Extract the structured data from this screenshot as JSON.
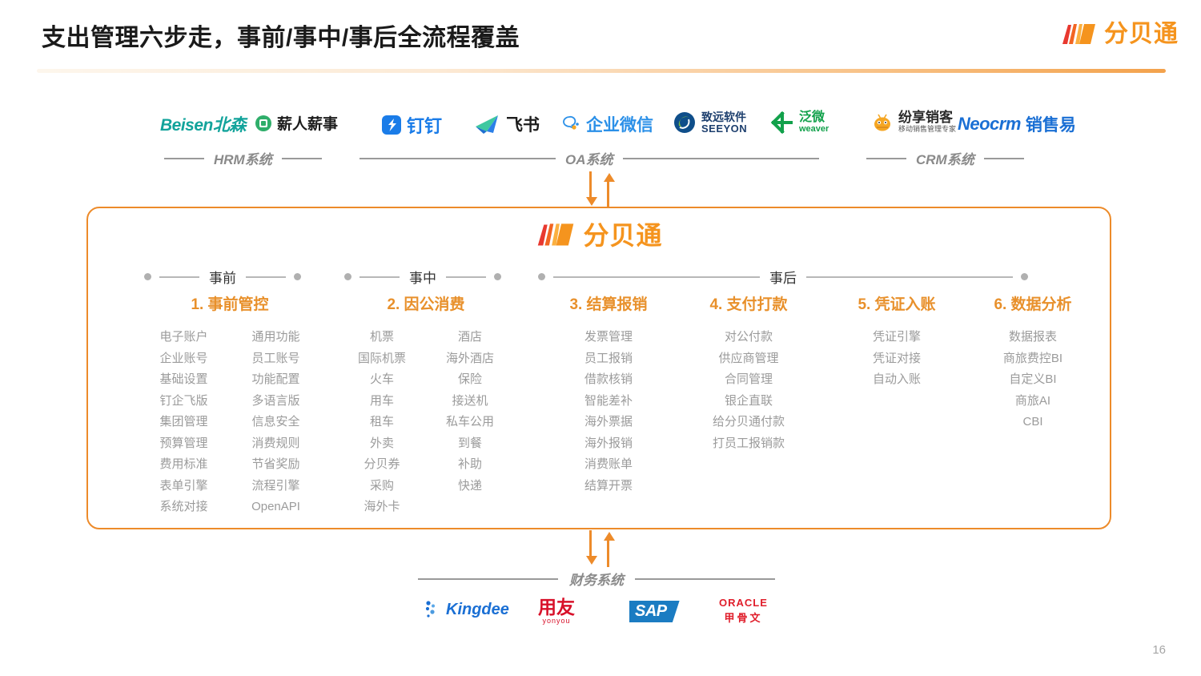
{
  "header": {
    "title": "支出管理六步走，事前/事中/事后全流程覆盖",
    "brand": "分贝通",
    "brand_color": "#F5941E"
  },
  "page_number": "16",
  "top_partners": {
    "groups": [
      {
        "system_label": "HRM系统",
        "logos": [
          {
            "name": "beisen",
            "text": "Beisen北森",
            "color": "#12A39B"
          },
          {
            "name": "xinrenxinshi",
            "text": "薪人薪事",
            "color": "#222222"
          }
        ]
      },
      {
        "system_label": "OA系统",
        "logos": [
          {
            "name": "dingtalk",
            "text": "钉钉",
            "color": "#1A7CE8"
          },
          {
            "name": "feishu",
            "text": "飞书",
            "color": "#222222"
          },
          {
            "name": "wecom",
            "text": "企业微信",
            "color": "#2B90E8"
          },
          {
            "name": "seeyon",
            "text": "致远软件",
            "subtext": "SEEYON",
            "color": "#0F4E8A"
          },
          {
            "name": "weaver",
            "text": "泛微",
            "subtext": "weaver",
            "color": "#12A14B"
          }
        ]
      },
      {
        "system_label": "CRM系统",
        "logos": [
          {
            "name": "fxiaoke",
            "text": "纷享销客",
            "subtext": "移动销售管理专家",
            "color": "#333333"
          },
          {
            "name": "neocrm",
            "text": "Neocrm",
            "subtext": "销售易",
            "color": "#1A6FD4"
          }
        ]
      }
    ]
  },
  "main_box": {
    "brand": "分贝通",
    "border_color": "#ED8B2A",
    "phases": [
      {
        "label": "事前"
      },
      {
        "label": "事中"
      },
      {
        "label": "事后"
      }
    ],
    "columns": [
      {
        "heading": "1. 事前管控",
        "left": [
          "电子账户",
          "企业账号",
          "基础设置",
          "钉企飞版",
          "集团管理",
          "预算管理",
          "费用标准",
          "表单引擎",
          "系统对接"
        ],
        "right": [
          "通用功能",
          "员工账号",
          "功能配置",
          "多语言版",
          "信息安全",
          "消费规则",
          "节省奖励",
          "流程引擎",
          "OpenAPI"
        ]
      },
      {
        "heading": "2. 因公消费",
        "left": [
          "机票",
          "国际机票",
          "火车",
          "用车",
          "租车",
          "外卖",
          "分贝券",
          "采购",
          "海外卡"
        ],
        "right": [
          "酒店",
          "海外酒店",
          "保险",
          "接送机",
          "私车公用",
          "到餐",
          "补助",
          "快递"
        ]
      },
      {
        "heading": "3. 结算报销",
        "left": [
          "发票管理",
          "员工报销",
          "借款核销",
          "智能差补",
          "海外票据",
          "海外报销",
          "消费账单",
          "结算开票"
        ],
        "right": []
      },
      {
        "heading": "4. 支付打款",
        "left": [
          "对公付款",
          "供应商管理",
          "合同管理",
          "银企直联",
          "给分贝通付款",
          "打员工报销款"
        ],
        "right": []
      },
      {
        "heading": "5. 凭证入账",
        "left": [
          "凭证引擎",
          "凭证对接",
          "自动入账"
        ],
        "right": []
      },
      {
        "heading": "6. 数据分析",
        "left": [
          "数据报表",
          "商旅费控BI",
          "自定义BI",
          "商旅AI",
          "CBI"
        ],
        "right": []
      }
    ]
  },
  "bottom": {
    "system_label": "财务系统",
    "logos": [
      {
        "name": "kingdee",
        "text": "Kingdee",
        "color": "#1A6FD4"
      },
      {
        "name": "yonyou",
        "text": "用友",
        "subtext": "yonyou",
        "color": "#D8112A"
      },
      {
        "name": "sap",
        "text": "SAP",
        "color": "#1B7CC2"
      },
      {
        "name": "oracle",
        "text": "ORACLE",
        "subtext": "甲骨文",
        "color": "#E01E2B"
      }
    ]
  }
}
